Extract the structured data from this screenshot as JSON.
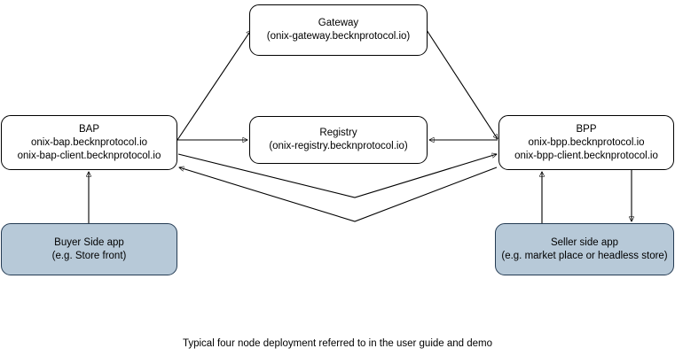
{
  "diagram": {
    "caption": "Typical four node deployment referred to in the user guide and demo",
    "nodes": {
      "gateway": {
        "title": "Gateway",
        "host": "(onix-gateway.becknprotocol.io)",
        "style": "white"
      },
      "bap": {
        "title": "BAP",
        "host1": "onix-bap.becknprotocol.io",
        "host2": "onix-bap-client.becknprotocol.io",
        "style": "white"
      },
      "registry": {
        "title": "Registry",
        "host": "(onix-registry.becknprotocol.io)",
        "style": "white"
      },
      "bpp": {
        "title": "BPP",
        "host1": "onix-bpp.becknprotocol.io",
        "host2": "onix-bpp-client.becknprotocol.io",
        "style": "white"
      },
      "buyer_app": {
        "title": "Buyer Side app",
        "subtitle": "(e.g. Store front)",
        "style": "shaded"
      },
      "seller_app": {
        "title": "Seller side app",
        "subtitle": "(e.g. market place or headless store)",
        "style": "shaded"
      }
    },
    "edges": [
      {
        "name": "bap-to-gateway",
        "from": "bap",
        "to": "gateway",
        "direction": "one-way"
      },
      {
        "name": "gateway-to-bpp",
        "from": "gateway",
        "to": "bpp",
        "direction": "one-way"
      },
      {
        "name": "bap-to-registry",
        "from": "bap",
        "to": "registry",
        "direction": "one-way"
      },
      {
        "name": "bpp-to-registry",
        "from": "bpp",
        "to": "registry",
        "direction": "one-way"
      },
      {
        "name": "bap-to-bpp",
        "from": "bap",
        "to": "bpp",
        "direction": "one-way"
      },
      {
        "name": "bpp-to-bap",
        "from": "bpp",
        "to": "bap",
        "direction": "one-way"
      },
      {
        "name": "buyer-app-to-bap",
        "from": "buyer_app",
        "to": "bap",
        "direction": "one-way"
      },
      {
        "name": "seller-app-to-bpp",
        "from": "seller_app",
        "to": "bpp",
        "direction": "one-way"
      },
      {
        "name": "bpp-to-seller-app",
        "from": "bpp",
        "to": "seller_app",
        "direction": "one-way"
      }
    ],
    "colors": {
      "shaded_fill": "#b7c9d8",
      "shaded_border": "#243b53",
      "plain_border": "#000000",
      "background": "#ffffff",
      "text": "#000000"
    }
  }
}
